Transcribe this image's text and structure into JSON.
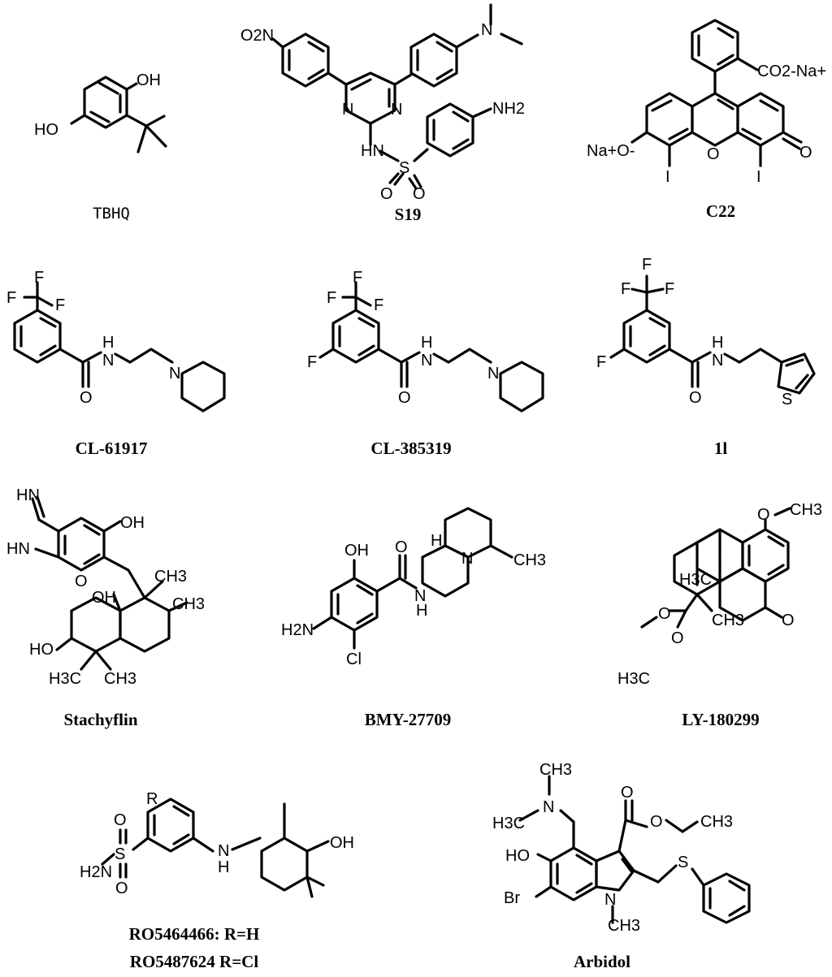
{
  "compounds": [
    {
      "id": "tbhq",
      "name": "TBHQ",
      "atoms": [
        "OH",
        "HO"
      ]
    },
    {
      "id": "s19",
      "name": "S19",
      "atoms": [
        "O2N",
        "N",
        "N",
        "N",
        "HN",
        "S",
        "O",
        "O",
        "NH2"
      ]
    },
    {
      "id": "c22",
      "name": "C22",
      "atoms": [
        "CO2-Na+",
        "Na+O-",
        "O",
        "O",
        "I",
        "I"
      ]
    },
    {
      "id": "cl61917",
      "name": "CL-61917",
      "atoms": [
        "F",
        "F",
        "F",
        "H",
        "N",
        "O",
        "N"
      ]
    },
    {
      "id": "cl385319",
      "name": "CL-385319",
      "atoms": [
        "F",
        "F",
        "F",
        "F",
        "H",
        "N",
        "O",
        "N"
      ]
    },
    {
      "id": "c1l",
      "name": "1l",
      "atoms": [
        "F",
        "F",
        "F",
        "F",
        "H",
        "N",
        "O",
        "S"
      ]
    },
    {
      "id": "stachyflin",
      "name": "Stachyflin",
      "atoms": [
        "HN",
        "HN",
        "OH",
        "O",
        "OH",
        "CH3",
        "CH3",
        "HO",
        "H3C",
        "CH3"
      ]
    },
    {
      "id": "bmy27709",
      "name": "BMY-27709",
      "atoms": [
        "OH",
        "O",
        "H",
        "N",
        "N",
        "H",
        "CH3",
        "H2N",
        "Cl"
      ]
    },
    {
      "id": "ly180299",
      "name": "LY-180299",
      "atoms": [
        "O",
        "CH3",
        "H3C",
        "O",
        "O",
        "H3C",
        "O",
        "CH3"
      ]
    },
    {
      "id": "ro",
      "name": "RO5464466: R=H",
      "name2": "RO5487624 R=Cl",
      "atoms": [
        "R",
        "O",
        "S",
        "O",
        "H2N",
        "N",
        "H",
        "OH"
      ]
    },
    {
      "id": "arbidol",
      "name": "Arbidol",
      "atoms": [
        "CH3",
        "N",
        "H3C",
        "O",
        "O",
        "CH3",
        "S",
        "HO",
        "Br",
        "N",
        "CH3"
      ]
    }
  ]
}
